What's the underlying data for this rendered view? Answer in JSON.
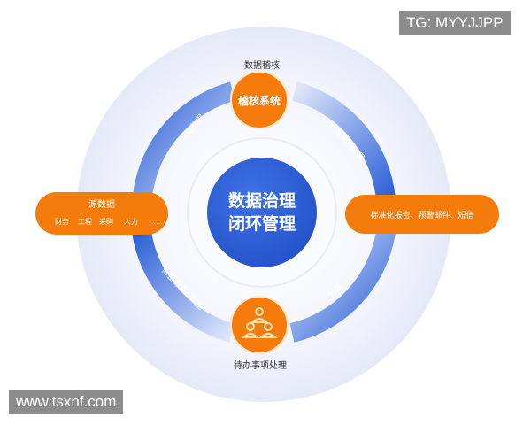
{
  "center": {
    "line1": "数据治理",
    "line2": "闭环管理"
  },
  "top_node": {
    "label": "稽核系统",
    "caption": "数据稽核"
  },
  "bottom_node": {
    "caption": "待办事项处理",
    "icon": "people-hierarchy-icon"
  },
  "left_box": {
    "title": "源数据",
    "items": [
      "财务",
      "工程",
      "采购",
      "人力",
      "……"
    ]
  },
  "right_box": {
    "label": "标准化报告、预警邮件、短信"
  },
  "arcs": {
    "top_left": "获取数据",
    "top_right": "产生稽核结果",
    "bottom_right": "分发",
    "bottom_left": "修正源系统数据"
  },
  "watermarks": {
    "top": "TG: MYYJJPP",
    "bottom": "www.tsxnf.com"
  },
  "colors": {
    "orange": "#f57c0a",
    "blue": "#2f63d8",
    "ring_bg": "#eef1fb"
  }
}
